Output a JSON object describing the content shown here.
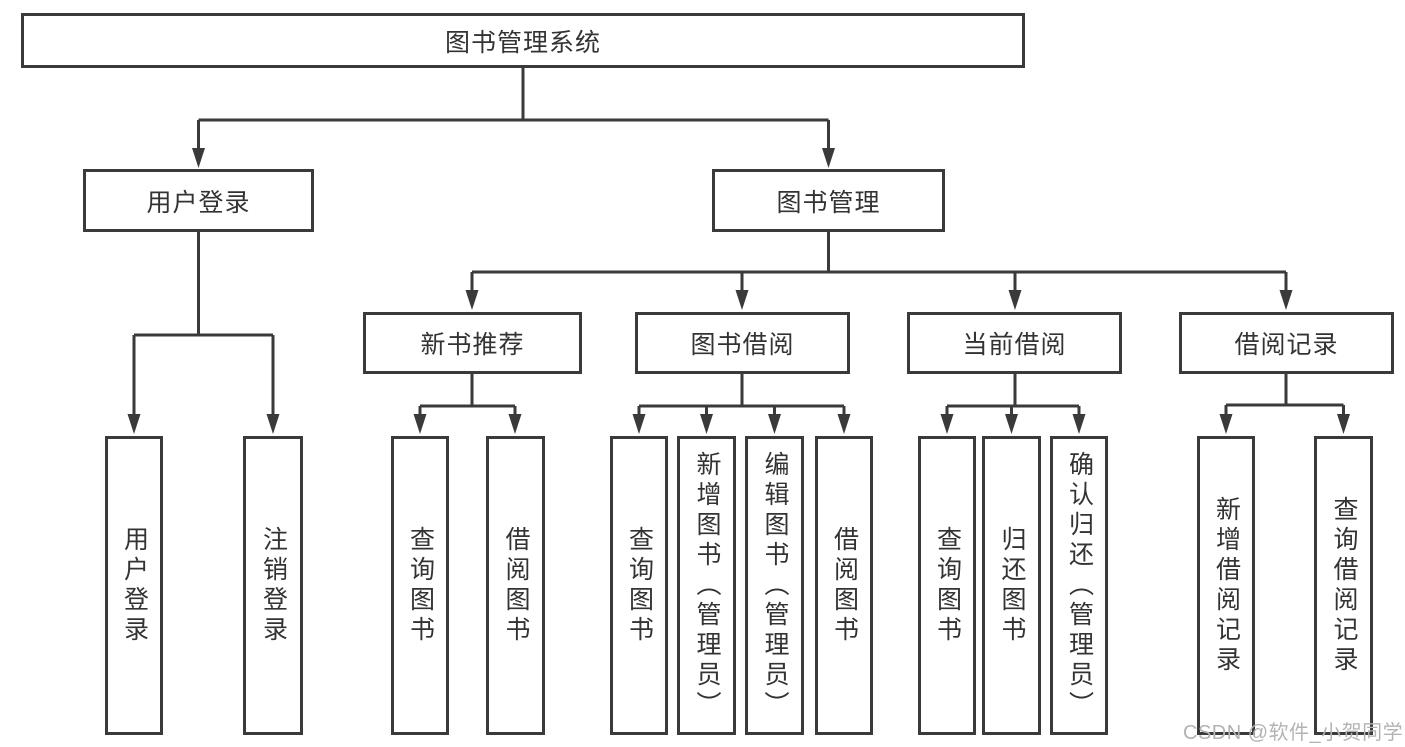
{
  "colors": {
    "line": "#3a3a3a",
    "text": "#333333",
    "background": "#ffffff"
  },
  "root": {
    "label": "图书管理系统"
  },
  "branches": [
    {
      "label": "用户登录",
      "leaves": [
        {
          "label": "用户登录"
        },
        {
          "label": "注销登录"
        }
      ]
    },
    {
      "label": "图书管理",
      "groups": [
        {
          "label": "新书推荐",
          "leaves": [
            {
              "label": "查询图书"
            },
            {
              "label": "借阅图书"
            }
          ]
        },
        {
          "label": "图书借阅",
          "leaves": [
            {
              "label": "查询图书"
            },
            {
              "label": "新增图书（管理员）"
            },
            {
              "label": "编辑图书（管理员）"
            },
            {
              "label": "借阅图书"
            }
          ]
        },
        {
          "label": "当前借阅",
          "leaves": [
            {
              "label": "查询图书"
            },
            {
              "label": "归还图书"
            },
            {
              "label": "确认归还（管理员）"
            }
          ]
        },
        {
          "label": "借阅记录",
          "leaves": [
            {
              "label": "新增借阅记录"
            },
            {
              "label": "查询借阅记录"
            }
          ]
        }
      ]
    }
  ],
  "watermark": {
    "text": "CSDN @软件_小贺同学",
    "color": "#b3b3b3"
  }
}
